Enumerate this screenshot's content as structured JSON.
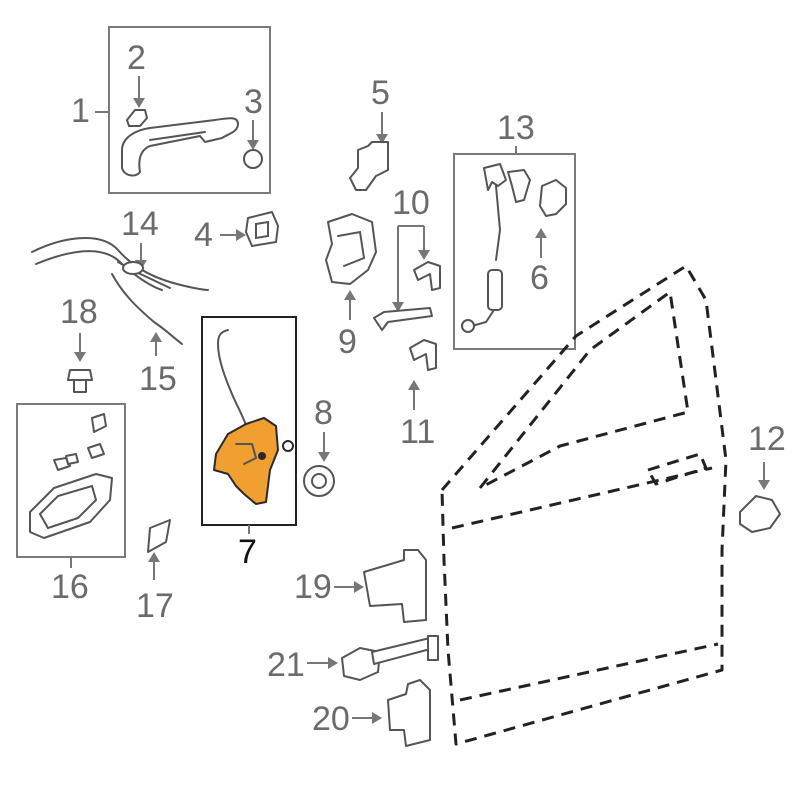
{
  "diagram": {
    "highlight_color": "#f0a030",
    "callouts": [
      {
        "id": "1",
        "label": "1"
      },
      {
        "id": "2",
        "label": "2"
      },
      {
        "id": "3",
        "label": "3"
      },
      {
        "id": "4",
        "label": "4"
      },
      {
        "id": "5",
        "label": "5"
      },
      {
        "id": "6",
        "label": "6"
      },
      {
        "id": "7",
        "label": "7"
      },
      {
        "id": "8",
        "label": "8"
      },
      {
        "id": "9",
        "label": "9"
      },
      {
        "id": "10",
        "label": "10"
      },
      {
        "id": "11",
        "label": "11"
      },
      {
        "id": "12",
        "label": "12"
      },
      {
        "id": "13",
        "label": "13"
      },
      {
        "id": "14",
        "label": "14"
      },
      {
        "id": "15",
        "label": "15"
      },
      {
        "id": "16",
        "label": "16"
      },
      {
        "id": "17",
        "label": "17"
      },
      {
        "id": "18",
        "label": "18"
      },
      {
        "id": "19",
        "label": "19"
      },
      {
        "id": "20",
        "label": "20"
      },
      {
        "id": "21",
        "label": "21"
      }
    ]
  }
}
